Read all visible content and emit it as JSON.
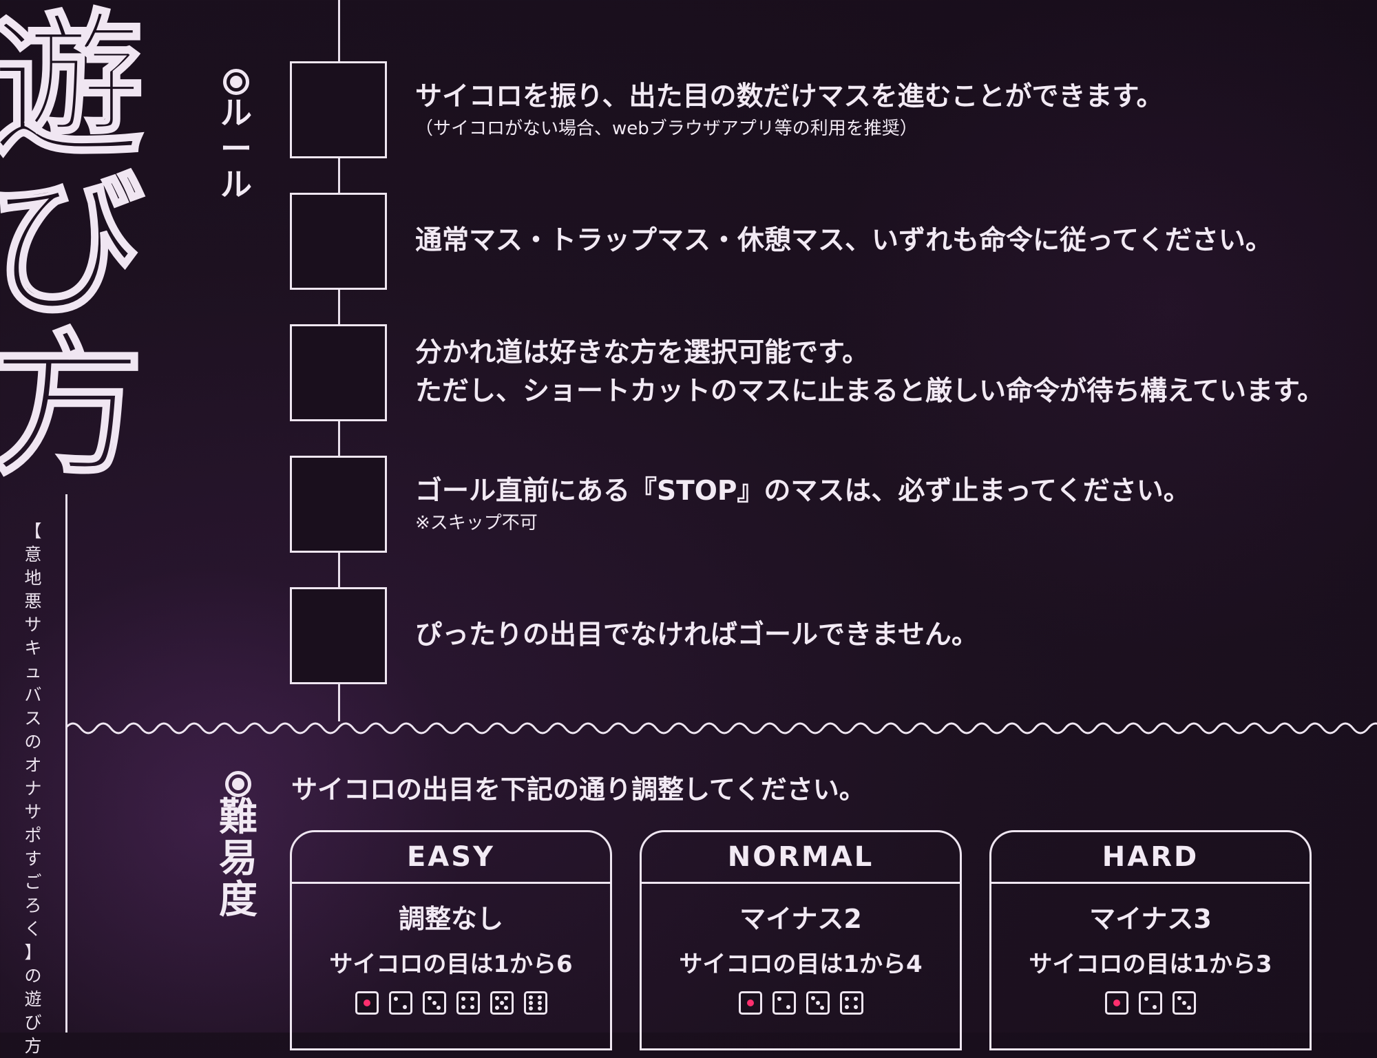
{
  "title": {
    "chars": [
      "遊",
      "び",
      "方"
    ],
    "subtitle_chars": [
      "【",
      "意",
      "地",
      "悪",
      "サ",
      "キ",
      "ュ",
      "バ",
      "ス",
      "の",
      "オ",
      "ナ",
      "サ",
      "ポ",
      "す",
      "ご",
      "ろ",
      "く",
      "】",
      "の",
      "遊",
      "び",
      "方"
    ]
  },
  "rules": {
    "heading_chars": [
      "ル",
      "ー",
      "ル"
    ],
    "items": [
      {
        "main": [
          "サイコロを振り、出た目の数だけマスを進むことができます。"
        ],
        "note": "（サイコロがない場合、webブラウザアプリ等の利用を推奨）"
      },
      {
        "main": [
          "通常マス・トラップマス・休憩マス、いずれも命令に従ってください。"
        ],
        "note": ""
      },
      {
        "main": [
          "分かれ道は好きな方を選択可能です。",
          "ただし、ショートカットのマスに止まると厳しい命令が待ち構えています。"
        ],
        "note": ""
      },
      {
        "main": [
          "ゴール直前にある『STOP』のマスは、必ず止まってください。"
        ],
        "note": "※スキップ不可"
      },
      {
        "main": [
          "ぴったりの出目でなければゴールできません。"
        ],
        "note": ""
      }
    ]
  },
  "difficulty": {
    "heading_chars": [
      "難",
      "易",
      "度"
    ],
    "intro": "サイコロの出目を下記の通り調整してください。",
    "levels": [
      {
        "name": "EASY",
        "modifier": "調整なし",
        "range": "サイコロの目は1から6",
        "dice": [
          1,
          2,
          3,
          4,
          5,
          6
        ]
      },
      {
        "name": "NORMAL",
        "modifier": "マイナス2",
        "range": "サイコロの目は1から4",
        "dice": [
          1,
          2,
          3,
          4
        ]
      },
      {
        "name": "HARD",
        "modifier": "マイナス3",
        "range": "サイコロの目は1から3",
        "dice": [
          1,
          2,
          3
        ]
      }
    ]
  },
  "colors": {
    "background": "#1d1120",
    "line": "#efe6f1",
    "accent_pip": "#ff2f6e"
  }
}
